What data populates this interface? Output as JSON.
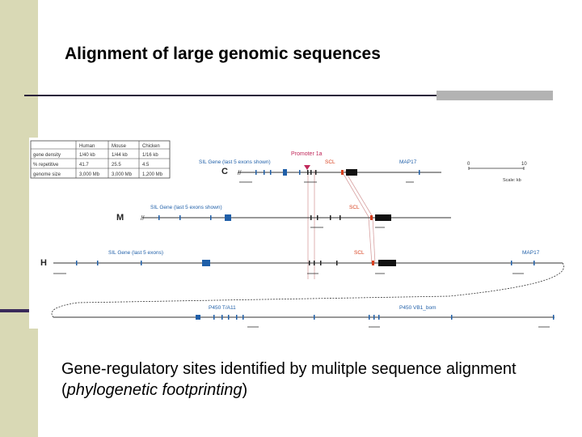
{
  "slide": {
    "title": "Alignment of large genomic sequences",
    "caption_part1": "Gene-regulatory sites identified by mulitple sequence alignment (",
    "caption_italic": "phylogenetic footprinting",
    "caption_part2": ")"
  },
  "table": {
    "headers": [
      "",
      "Human",
      "Mouse",
      "Chicken"
    ],
    "rows": [
      [
        "gene density",
        "1/40 kb",
        "1/44 kb",
        "1/16 kb"
      ],
      [
        "% repetitive",
        "41.7",
        "25.5",
        "4.5"
      ],
      [
        "genome size",
        "3,000 Mb",
        "3,000 Mb",
        "1,200 Mb"
      ]
    ]
  },
  "diagram": {
    "promoter_label": "Promoter 1a",
    "scale_left": "0",
    "scale_right": "10",
    "scale_unit": "Scale: kb",
    "species": [
      "C",
      "M",
      "H"
    ],
    "gene_labels": {
      "sil_c": "SIL Gene (last 5 exons shown)",
      "sil_m": "SIL Gene (last 5 exons shown)",
      "sil_h": "SIL Gene (last 5 exons)",
      "scl": "SCL",
      "map17": "MAP17",
      "p450_a": "P450 T/A11",
      "p450_b": "P450 VB1_bom"
    }
  },
  "colors": {
    "exon": "#1f5fa8",
    "scl": "#d8401e",
    "highlight": "#c0285a",
    "connector": "#d7a0a0"
  }
}
